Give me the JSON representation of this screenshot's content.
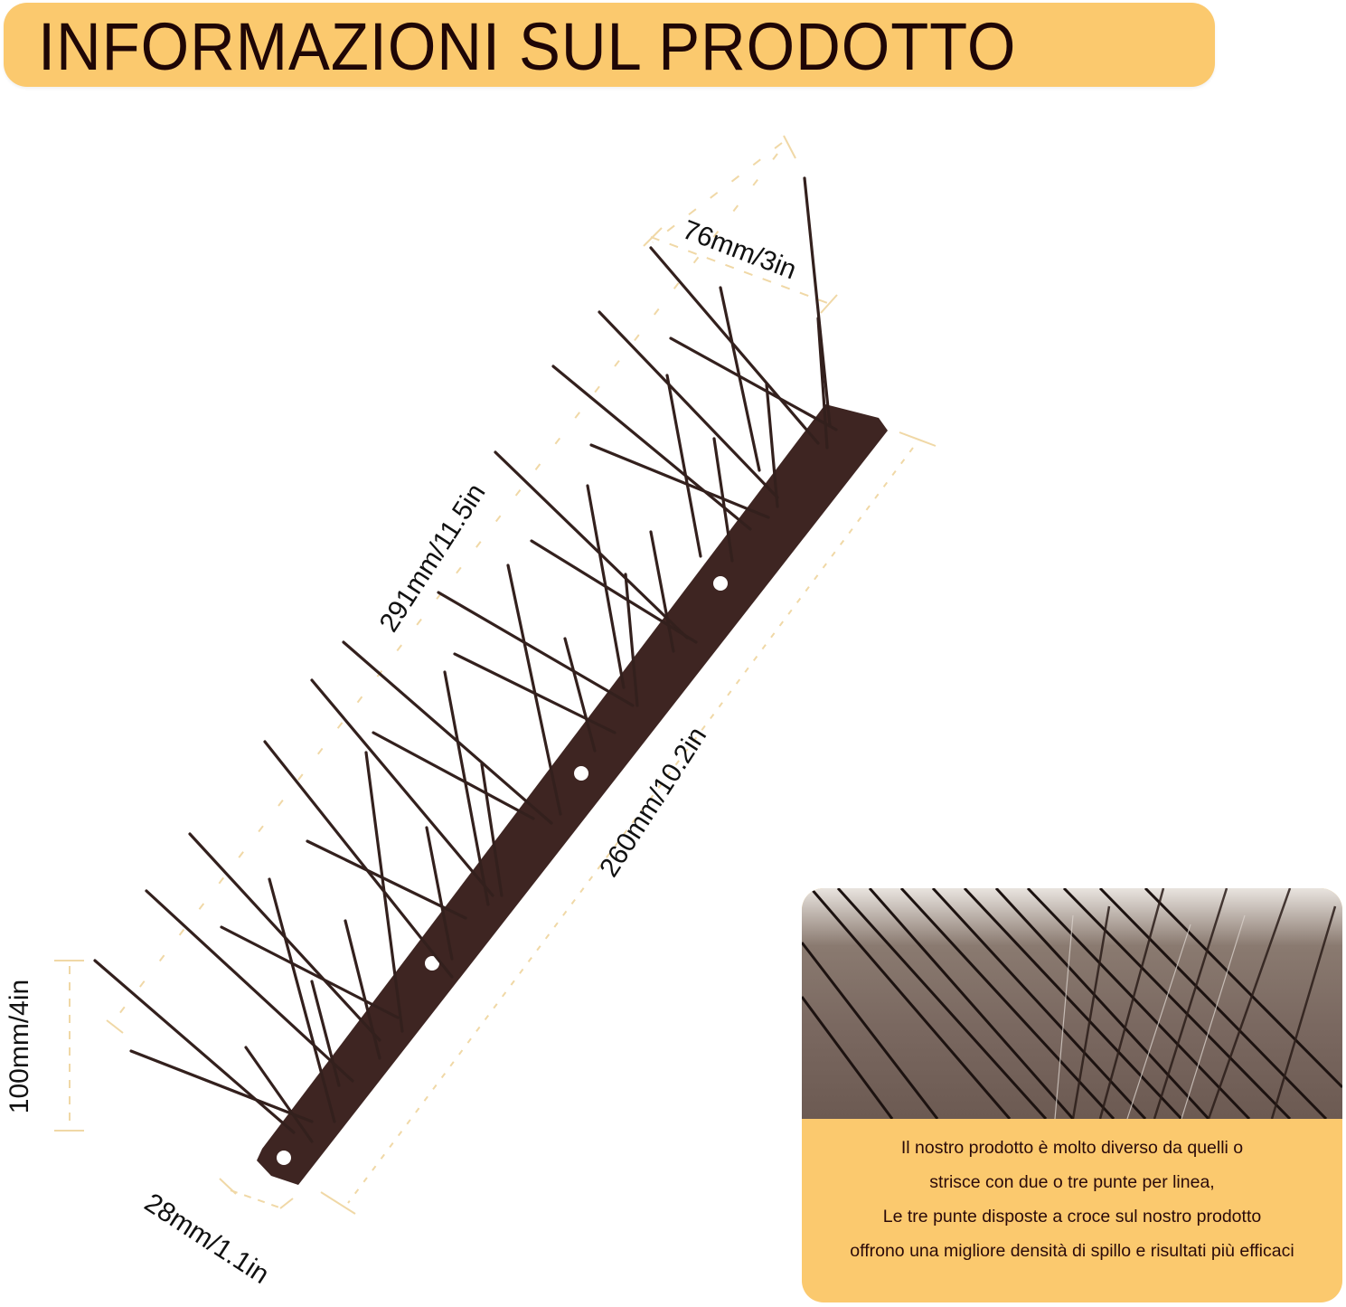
{
  "header": {
    "title": "INFORMAZIONI SUL PRODOTTO",
    "banner_color": "#fbc96e",
    "text_color": "#1f0606"
  },
  "diagram": {
    "product_color": "#3e2522",
    "dimension_line_color": "#f0d8a6",
    "dimensions": {
      "spike_width": "76mm/3in",
      "total_length": "291mm/11.5in",
      "base_length": "260mm/10.2in",
      "height": "100mm/4in",
      "base_width": "28mm/1.1in"
    }
  },
  "info_card": {
    "background": "#fbc96e",
    "lines": [
      "Il nostro prodotto è molto diverso da quelli o",
      "strisce con due o tre punte per linea,",
      "Le tre punte disposte a croce sul nostro prodotto",
      "offrono una migliore densità di spillo e risultati più efficaci"
    ]
  }
}
